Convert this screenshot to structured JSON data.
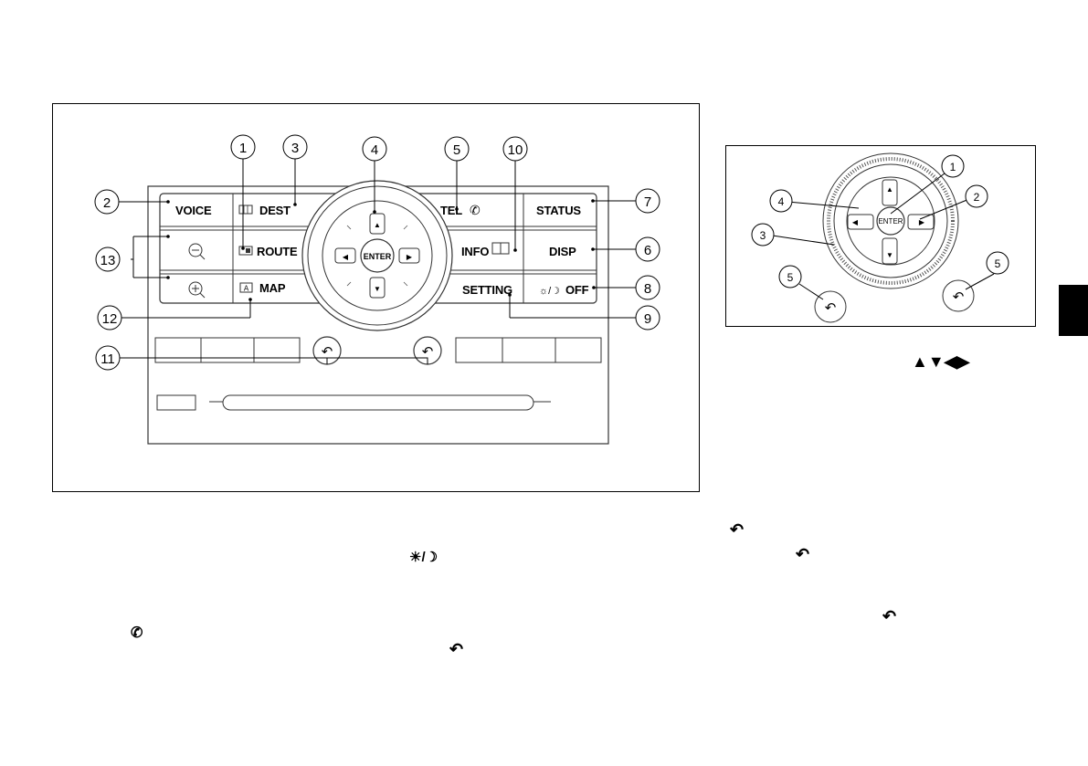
{
  "diagram": {
    "buttons": {
      "voice": "VOICE",
      "dest": "DEST",
      "route": "ROUTE",
      "map": "MAP",
      "tel": "TEL",
      "status": "STATUS",
      "info": "INFO",
      "disp": "DISP",
      "setting": "SETTING",
      "off": "OFF",
      "enter": "ENTER",
      "map_badge": "A"
    },
    "callouts": [
      "1",
      "2",
      "3",
      "4",
      "5",
      "6",
      "7",
      "8",
      "9",
      "10",
      "11",
      "12",
      "13"
    ]
  },
  "enter_detail": {
    "enter": "ENTER",
    "callouts": [
      "1",
      "2",
      "3",
      "4",
      "5",
      "5"
    ]
  },
  "glyphs": {
    "arrows": "▲▼◀▶",
    "back": "↶",
    "day_night": "☀/☽",
    "phone": "✆"
  },
  "colors": {
    "line": "#000000",
    "panel_stroke": "#333333",
    "tab": "#000000"
  }
}
